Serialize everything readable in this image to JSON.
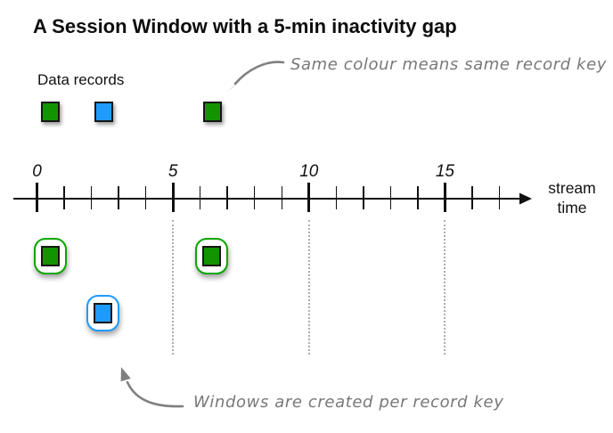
{
  "title": "A Session Window with a 5-min inactivity gap",
  "records_label": "Data records",
  "annotations": {
    "same_colour": "Same colour means same record key",
    "windows_created": "Windows are created per record key"
  },
  "axis": {
    "caption_line1": "stream",
    "caption_line2": "time",
    "tick_min": 0,
    "tick_max": 17,
    "major_interval": 5,
    "major_tick_labels": [
      "0",
      "5",
      "10",
      "15"
    ]
  },
  "inactivity_gap_minutes": 5,
  "gap_guides_at_times": [
    5,
    10,
    15
  ],
  "colors": {
    "green_record": "#119400",
    "blue_record": "#1e9bff",
    "green_window_border": "#0aa500",
    "blue_window_border": "#1e9bff",
    "square_border": "#161616",
    "annotation_gray": "#787878",
    "axis_black": "#111111"
  },
  "records": [
    {
      "record_key": "green",
      "time": 0.5
    },
    {
      "record_key": "blue",
      "time": 2.45
    },
    {
      "record_key": "green",
      "time": 6.45
    }
  ],
  "session_windows": [
    {
      "record_key": "green",
      "time": 0.5,
      "row": 0
    },
    {
      "record_key": "blue",
      "time": 2.45,
      "row": 1
    },
    {
      "record_key": "green",
      "time": 6.45,
      "row": 0
    }
  ]
}
